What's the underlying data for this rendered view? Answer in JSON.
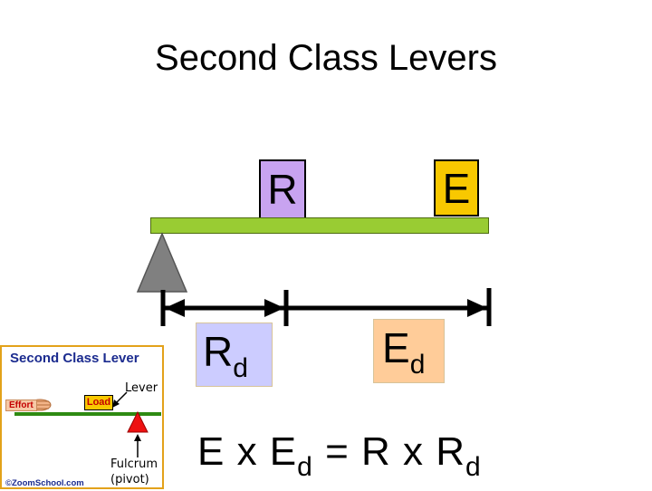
{
  "title": "Second Class Levers",
  "diagram": {
    "load_label": "R",
    "effort_label": "E",
    "load_distance": {
      "base": "R",
      "sub": "d"
    },
    "effort_distance": {
      "base": "E",
      "sub": "d"
    },
    "formula": {
      "part1": "E x E",
      "sub1": "d",
      "part2": " = R x R",
      "sub2": "d"
    },
    "colors": {
      "beam": "#99cc33",
      "pivot": "#808080",
      "load_box": "#c8a3f0",
      "effort_box": "#f8c800",
      "rd_box": "#ccccff",
      "ed_box": "#ffcc99"
    }
  },
  "inset": {
    "title": "Second Class Lever",
    "lever_label": "Lever",
    "effort_label": "Effort",
    "load_label": "Load",
    "fulcrum_label": "Fulcrum",
    "pivot_label": "(pivot)",
    "credit": "©ZoomSchool.com",
    "icons": [
      "hand-icon",
      "arrow-icon",
      "triangle-icon"
    ]
  }
}
